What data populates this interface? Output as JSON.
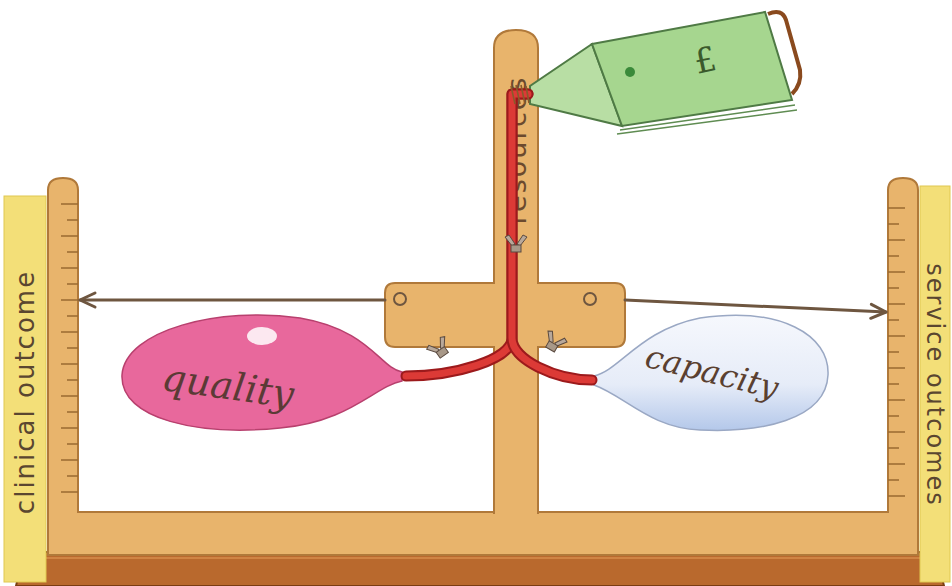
{
  "diagram": {
    "nodes": [
      {
        "text": [
          "resources"
        ]
      },
      {
        "text": [
          "£"
        ]
      },
      {
        "text": [
          "clinical outcome"
        ]
      },
      {
        "text": [
          "quality"
        ]
      },
      {
        "text": [
          "capacity"
        ]
      },
      {
        "text": [
          "service outcomes"
        ]
      }
    ],
    "edges": [
      {
        "from": 1,
        "to": 3,
        "arrow": "none"
      },
      {
        "from": 1,
        "to": 4,
        "arrow": "none"
      },
      {
        "from": 0,
        "to": 2,
        "arrow": "to"
      },
      {
        "from": 0,
        "to": 5,
        "arrow": "to"
      }
    ]
  }
}
